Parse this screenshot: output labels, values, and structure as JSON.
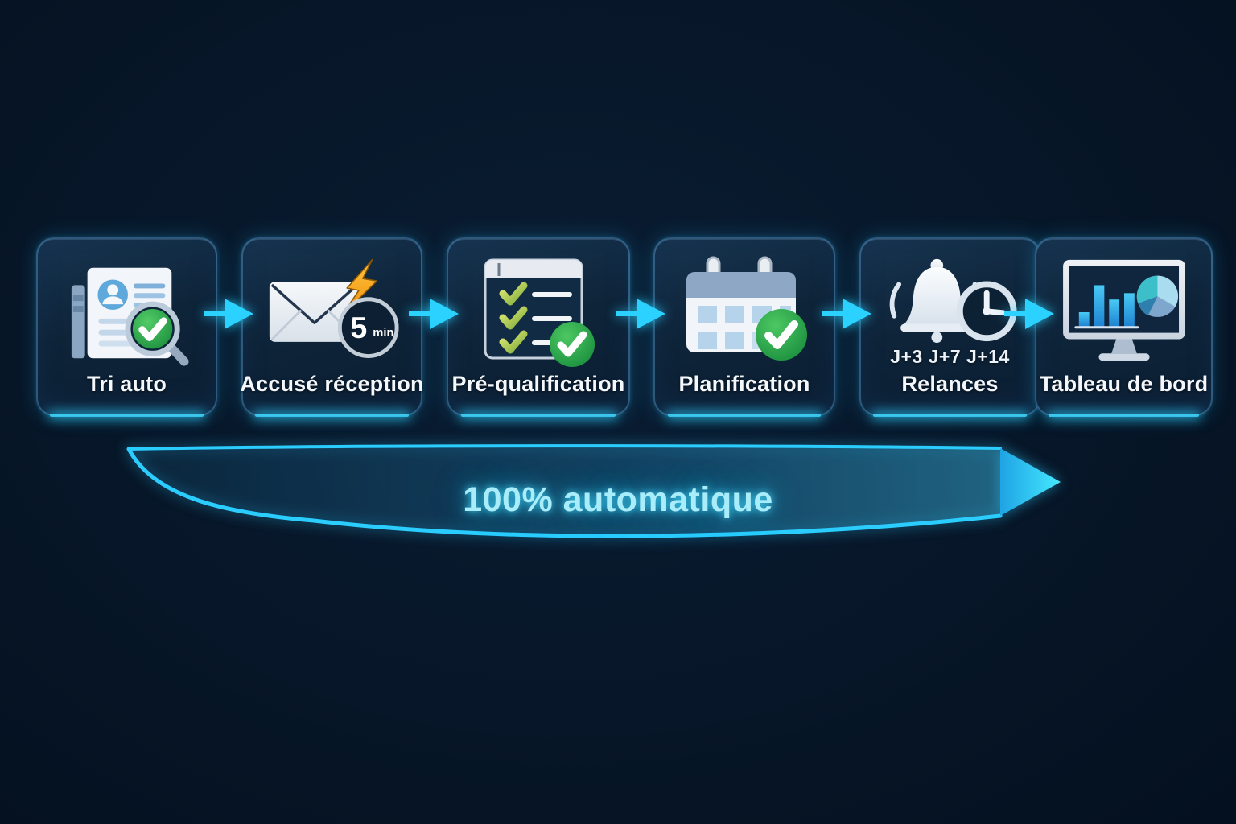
{
  "banner": {
    "text": "100% automatique"
  },
  "steps": [
    {
      "id": "tri-auto",
      "label": "Tri auto",
      "icon": "cv-document-magnifier-check-icon"
    },
    {
      "id": "accuse-reception",
      "label": "Accusé réception",
      "icon": "envelope-lightning-icon",
      "badge_value": "5",
      "badge_unit": "min"
    },
    {
      "id": "pre-qualification",
      "label": "Pré-qualification",
      "icon": "checklist-check-icon"
    },
    {
      "id": "planification",
      "label": "Planification",
      "icon": "calendar-check-icon"
    },
    {
      "id": "relances",
      "label": "Relances",
      "icon": "bell-clock-icon",
      "schedule": "J+3 J+7 J+14"
    },
    {
      "id": "tableau-de-bord",
      "label": "Tableau de bord",
      "icon": "dashboard-monitor-icon"
    }
  ],
  "colors": {
    "background": "#071628",
    "card_fill": "#0e2439",
    "card_border": "#60a8e0",
    "accent_cyan": "#2ed3ff",
    "success_green": "#2aa84e",
    "banner_text": "#a9ecfa",
    "bolt_orange": "#f6a722"
  }
}
